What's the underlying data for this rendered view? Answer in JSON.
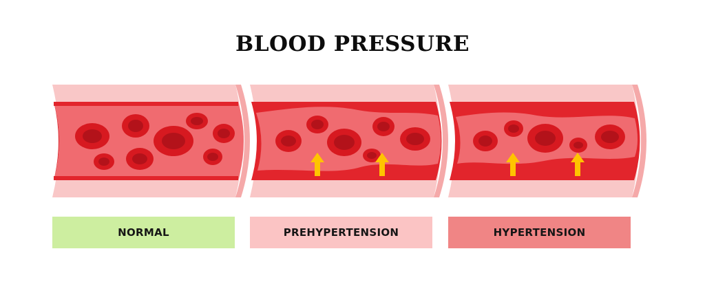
{
  "title": "BLOOD PRESSURE",
  "stages": [
    {
      "key": "normal",
      "label": "NORMAL",
      "color": "#cdeea0"
    },
    {
      "key": "prehypertension",
      "label": "PREHYPERTENSION",
      "color": "#fbc4c4"
    },
    {
      "key": "hypertension",
      "label": "HYPERTENSION",
      "color": "#f08585"
    }
  ],
  "colors": {
    "vessel_wall": "#f9c7c7",
    "vessel_inner": "#f06b70",
    "plaque": "#e2252c",
    "cell": "#d71920",
    "cell_center": "#b3121a",
    "arrow": "#ffc400"
  },
  "icons": {
    "pressure_arrow": "up-arrow-icon"
  }
}
